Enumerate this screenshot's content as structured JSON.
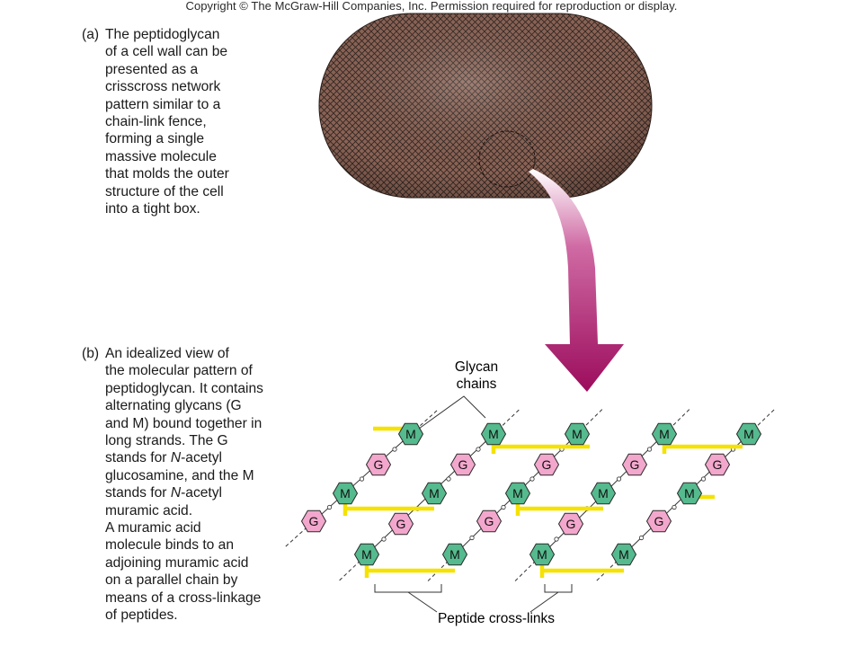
{
  "copyright": "Copyright © The McGraw-Hill Companies, Inc. Permission required for reproduction or display.",
  "panel_a": {
    "letter": "(a)",
    "text": "The peptidoglycan\nof a cell wall can be\npresented as a\ncrisscross network\npattern similar to a\nchain-link fence,\nforming a single\nmassive molecule\nthat molds the outer\nstructure of the cell\ninto a tight box."
  },
  "panel_b": {
    "letter": "(b)",
    "text_1": "An idealized view of\nthe molecular pattern of\npeptidoglycan. It contains\nalternating glycans (G\nand M) bound together in\nlong strands. The G\nstands for ",
    "italic_1": "N",
    "text_2": "-acetyl\nglucosamine, and the M\nstands for ",
    "italic_2": "N",
    "text_3": "-acetyl\nmuramic acid.\nA muramic  acid\nmolecule binds to an\nadjoining muramic acid\non a parallel chain by\nmeans of a cross-linkage\nof peptides."
  },
  "labels": {
    "glycan_chains": [
      "Glycan",
      "chains"
    ],
    "peptide_crosslinks": "Peptide cross-links"
  },
  "unit_letters": {
    "g": "G",
    "m": "M"
  },
  "colors": {
    "cell_fill": "#8b6355",
    "cell_mesh": "#2e2420",
    "arrow": "#9c0c5c",
    "m_unit": "#55ba8e",
    "g_unit": "#f3a7cc",
    "peptide": "#f5e200",
    "chain_line": "#333333"
  }
}
